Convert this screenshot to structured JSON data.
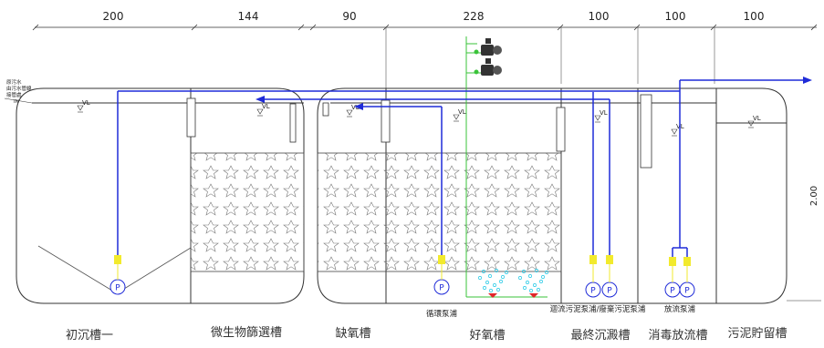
{
  "dimensions": [
    "200",
    "144",
    "90",
    "228",
    "100",
    "100",
    "100"
  ],
  "tanks": [
    {
      "label": "初沉槽一"
    },
    {
      "label": "微生物篩選槽"
    },
    {
      "label": "缺氧槽"
    },
    {
      "label": "好氧槽"
    },
    {
      "label": "最終沉澱槽"
    },
    {
      "label": "消毒放流槽"
    },
    {
      "label": "污泥貯留槽"
    }
  ],
  "pump_labels": {
    "circulation": "循環泵浦",
    "return_waste": "迴流污泥泵浦/廢棄污泥泵浦",
    "discharge": "放流泵浦"
  },
  "water_level_label": "VL",
  "pump_symbol": "P",
  "inlet_text": [
    "原污水",
    "由污水管線",
    "接管處",
    "IN"
  ],
  "side_text": "2.00",
  "colors": {
    "pipe_blue": "#1f2bd8",
    "air_green": "#39c339",
    "bubble_cyan": "#1ec8e6",
    "diffuser_red": "#e0262b",
    "pump_yellow": "#f2ea2c",
    "line": "#333333"
  }
}
